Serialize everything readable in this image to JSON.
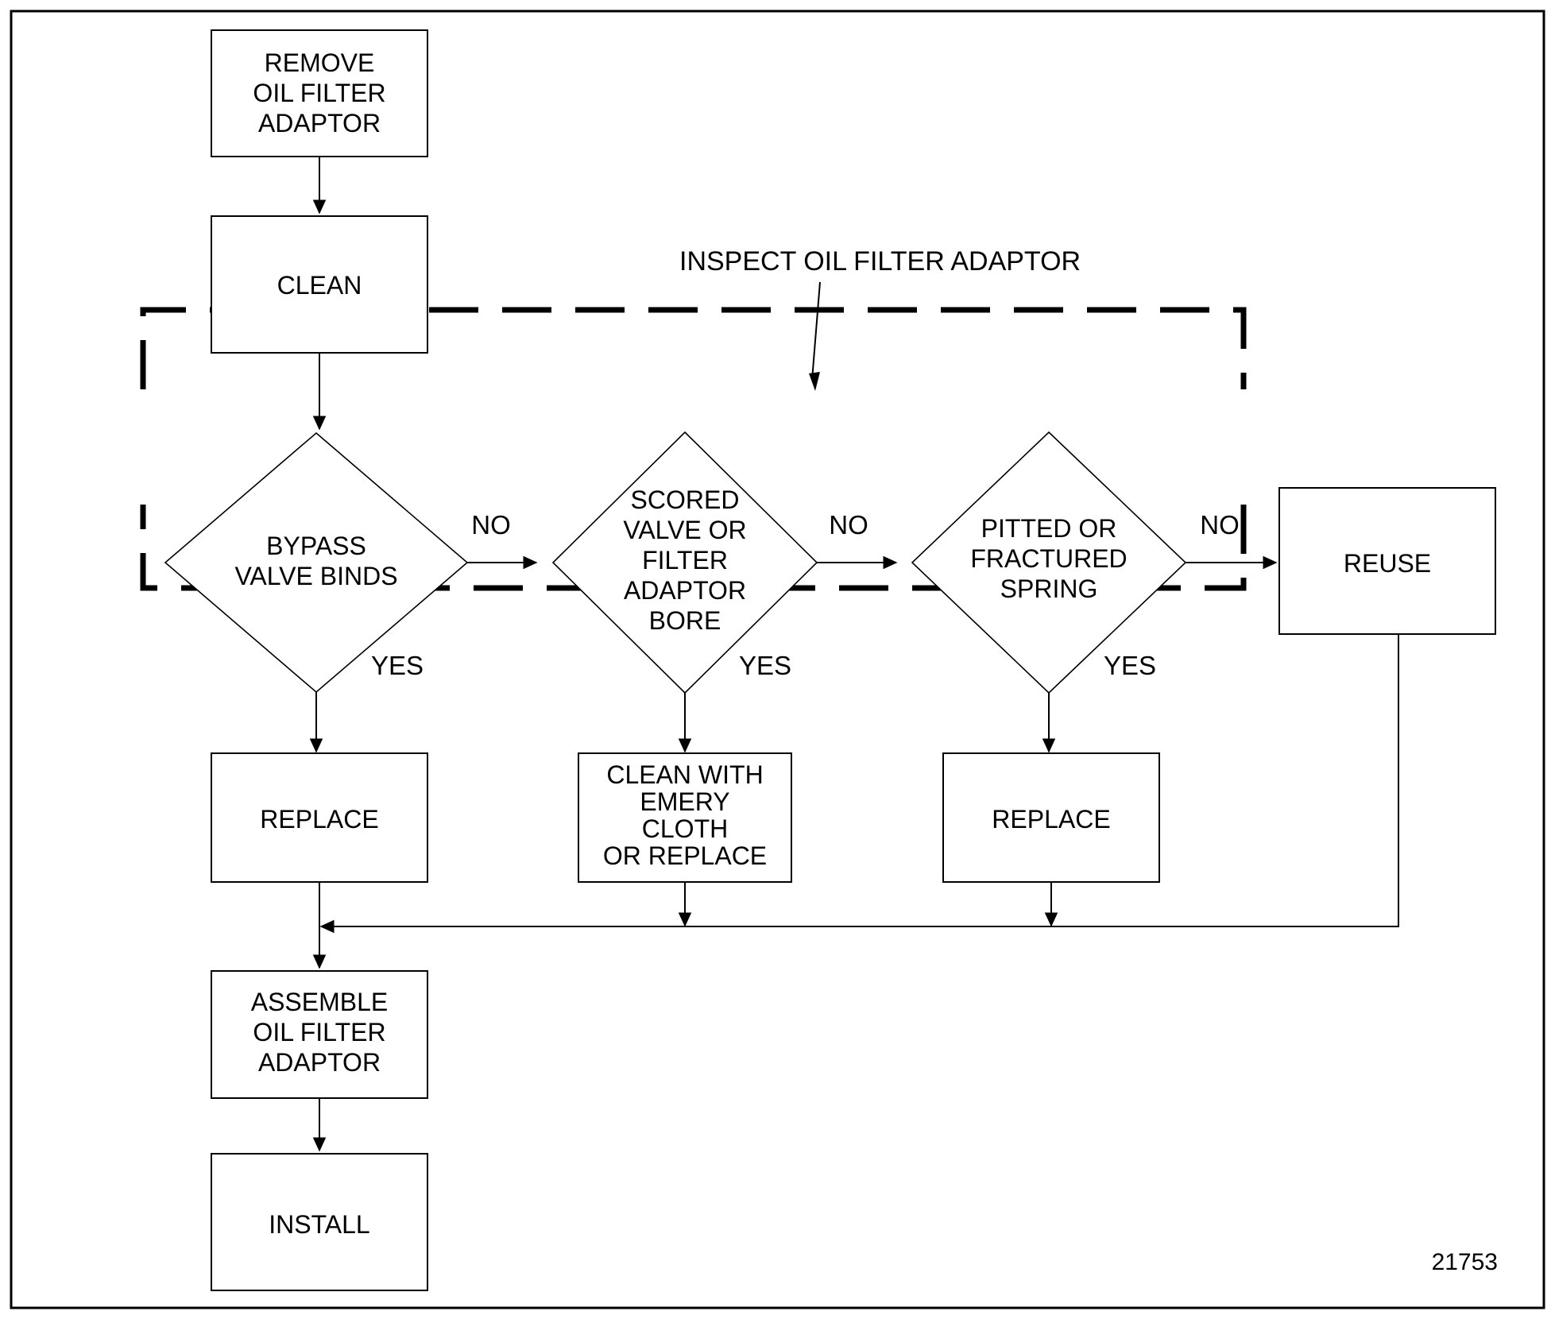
{
  "diagram": {
    "title": "Oil Filter Adaptor Service Flowchart",
    "plate_number": "21753",
    "group_label": "INSPECT OIL FILTER ADAPTOR",
    "colors": {
      "stroke": "#000000",
      "background": "#ffffff"
    },
    "nodes": [
      {
        "id": "remove",
        "shape": "box",
        "label": "REMOVE\nOIL FILTER\nADAPTOR"
      },
      {
        "id": "clean",
        "shape": "box",
        "label": "CLEAN"
      },
      {
        "id": "bypass",
        "shape": "diamond",
        "label": "BYPASS\nVALVE BINDS"
      },
      {
        "id": "scored",
        "shape": "diamond",
        "label": "SCORED\nVALVE OR\nFILTER\nADAPTOR\nBORE"
      },
      {
        "id": "pitted",
        "shape": "diamond",
        "label": "PITTED OR\nFRACTURED\nSPRING"
      },
      {
        "id": "reuse",
        "shape": "box",
        "label": "REUSE"
      },
      {
        "id": "replace1",
        "shape": "box",
        "label": "REPLACE"
      },
      {
        "id": "emery",
        "shape": "box",
        "label": "CLEAN WITH\nEMERY\nCLOTH\nOR REPLACE"
      },
      {
        "id": "replace2",
        "shape": "box",
        "label": "REPLACE"
      },
      {
        "id": "assemble",
        "shape": "box",
        "label": "ASSEMBLE\nOIL FILTER\nADAPTOR"
      },
      {
        "id": "install",
        "shape": "box",
        "label": "INSTALL"
      }
    ],
    "edge_labels": {
      "bypass_no": "NO",
      "bypass_yes": "YES",
      "scored_no": "NO",
      "scored_yes": "YES",
      "pitted_no": "NO",
      "pitted_yes": "YES"
    },
    "node_text": {
      "remove_l1": "REMOVE",
      "remove_l2": "OIL FILTER",
      "remove_l3": "ADAPTOR",
      "clean": "CLEAN",
      "bypass_l1": "BYPASS",
      "bypass_l2": "VALVE BINDS",
      "scored_l1": "SCORED",
      "scored_l2": "VALVE OR",
      "scored_l3": "FILTER",
      "scored_l4": "ADAPTOR",
      "scored_l5": "BORE",
      "pitted_l1": "PITTED OR",
      "pitted_l2": "FRACTURED",
      "pitted_l3": "SPRING",
      "reuse": "REUSE",
      "replace1": "REPLACE",
      "emery_l1": "CLEAN WITH",
      "emery_l2": "EMERY",
      "emery_l3": "CLOTH",
      "emery_l4": "OR REPLACE",
      "replace2": "REPLACE",
      "assemble_l1": "ASSEMBLE",
      "assemble_l2": "OIL FILTER",
      "assemble_l3": "ADAPTOR",
      "install": "INSTALL"
    }
  }
}
